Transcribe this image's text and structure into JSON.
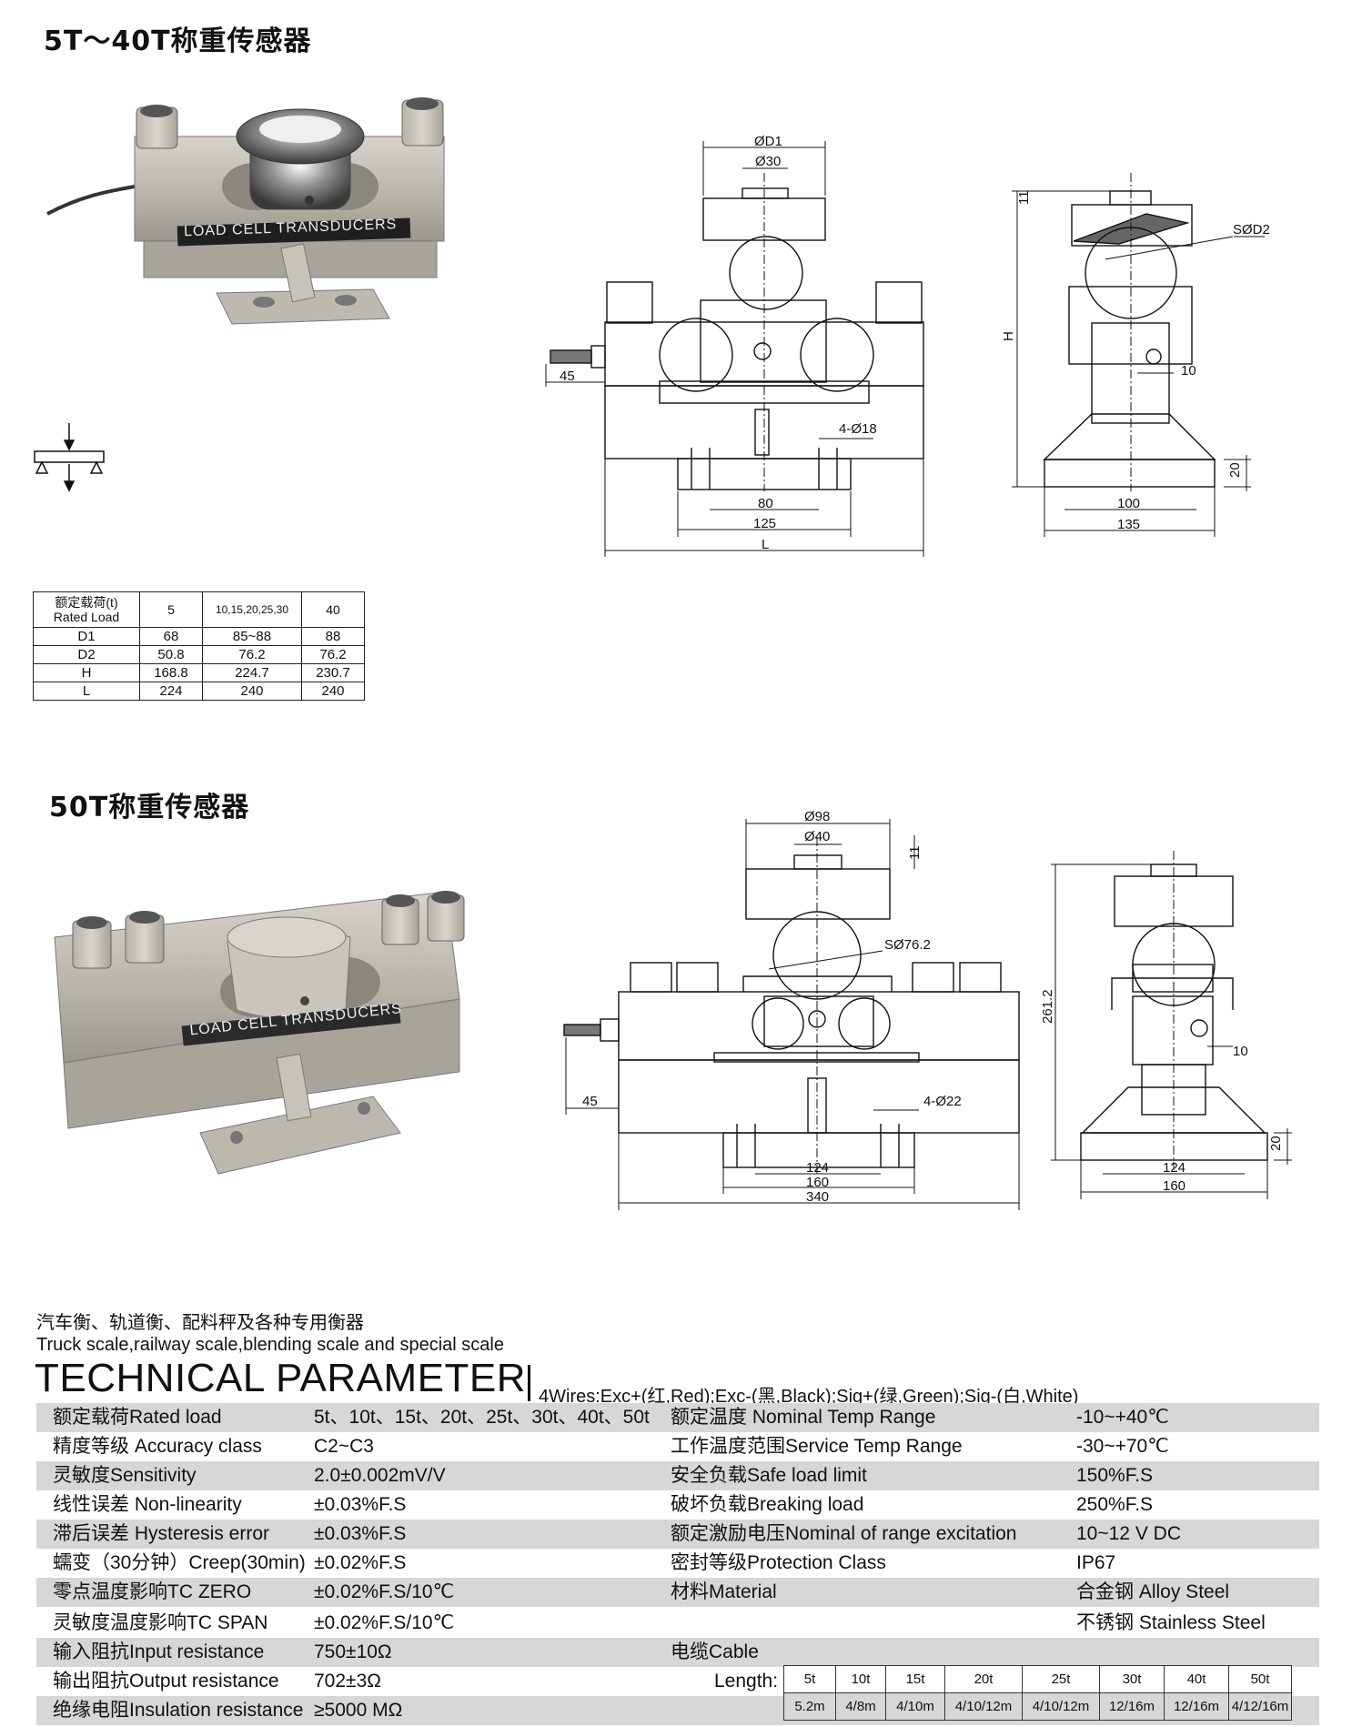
{
  "section1": {
    "title": "5T～40T称重传感器",
    "photo_label": "LOAD CELL TRANSDUCERS",
    "front_dims": {
      "d1": "ØD1",
      "d30": "Ø30",
      "d45": "45",
      "holes": "4-Ø18",
      "d80": "80",
      "d125": "125",
      "dL": "L"
    },
    "side_dims": {
      "d11": "11",
      "sd2": "SØD2",
      "dH": "H",
      "d10": "10",
      "d20": "20",
      "d100": "100",
      "d135": "135"
    }
  },
  "dims_table": {
    "header": {
      "label_cn": "额定载荷(t)",
      "label_en": "Rated Load",
      "cols": [
        "5",
        "10,15,20,25,30",
        "40"
      ]
    },
    "rows": [
      {
        "name": "D1",
        "values": [
          "68",
          "85~88",
          "88"
        ]
      },
      {
        "name": "D2",
        "values": [
          "50.8",
          "76.2",
          "76.2"
        ]
      },
      {
        "name": "H",
        "values": [
          "168.8",
          "224.7",
          "230.7"
        ]
      },
      {
        "name": "L",
        "values": [
          "224",
          "240",
          "240"
        ]
      }
    ]
  },
  "section2": {
    "title": "50T称重传感器",
    "photo_label": "LOAD CELL TRANSDUCERS",
    "front_dims": {
      "d98": "Ø98",
      "d40": "Ø40",
      "d11": "11",
      "sd": "SØ76.2",
      "d45": "45",
      "holes": "4-Ø22",
      "d124": "124",
      "d160": "160",
      "d340": "340"
    },
    "side_dims": {
      "dH": "261.2",
      "d10": "10",
      "d20": "20",
      "d124": "124",
      "d160": "160"
    }
  },
  "applications": {
    "cn": "汽车衡、轨道衡、配料秤及各种专用衡器",
    "en": "Truck scale,railway scale,blending scale and special scale"
  },
  "tech": {
    "title": "TECHNICAL PARAMETER",
    "wires": "4Wires:Exc+(红,Red);Exc-(黑,Black);Sig+(绿,Green);Sig-(白,White)",
    "rows": [
      {
        "l1": "额定载荷Rated load",
        "v1": "5t、10t、15t、20t、25t、30t、40t、50t",
        "l2": "额定温度 Nominal Temp Range",
        "v2": "-10~+40℃"
      },
      {
        "l1": "精度等级 Accuracy class",
        "v1": "C2~C3",
        "l2": "工作温度范围Service Temp Range",
        "v2": "-30~+70℃"
      },
      {
        "l1": "灵敏度Sensitivity",
        "v1": "2.0±0.002mV/V",
        "l2": "安全负载Safe load limit",
        "v2": "150%F.S"
      },
      {
        "l1": "线性误差 Non-linearity",
        "v1": "±0.03%F.S",
        "l2": "破坏负载Breaking load",
        "v2": "250%F.S"
      },
      {
        "l1": "滞后误差 Hysteresis error",
        "v1": "±0.03%F.S",
        "l2": "额定激励电压Nominal of range excitation",
        "v2": "10~12 V DC"
      },
      {
        "l1": "蠕变（30分钟）Creep(30min)",
        "v1": "±0.02%F.S",
        "l2": "密封等级Protection Class",
        "v2": "IP67"
      },
      {
        "l1": "零点温度影响TC ZERO",
        "v1": "±0.02%F.S/10℃",
        "l2": "材料Material",
        "v2": "合金钢 Alloy Steel"
      },
      {
        "l1": "灵敏度温度影响TC SPAN",
        "v1": "±0.02%F.S/10℃",
        "l2": "",
        "v2": "不锈钢 Stainless Steel"
      },
      {
        "l1": "输入阻抗Input resistance",
        "v1": "750±10Ω",
        "l2": "电缆Cable",
        "v2": ""
      },
      {
        "l1": "输出阻抗Output resistance",
        "v1": "702±3Ω",
        "l2": "",
        "v2": ""
      },
      {
        "l1": "绝缘电阻Insulation resistance",
        "v1": "≥5000 MΩ",
        "l2": "",
        "v2": ""
      }
    ],
    "cable": {
      "label": "Length:",
      "capacities": [
        "5t",
        "10t",
        "15t",
        "20t",
        "25t",
        "30t",
        "40t",
        "50t"
      ],
      "lengths": [
        "5.2m",
        "4/8m",
        "4/10m",
        "4/10/12m",
        "4/10/12m",
        "12/16m",
        "12/16m",
        "4/12/16m"
      ]
    }
  }
}
